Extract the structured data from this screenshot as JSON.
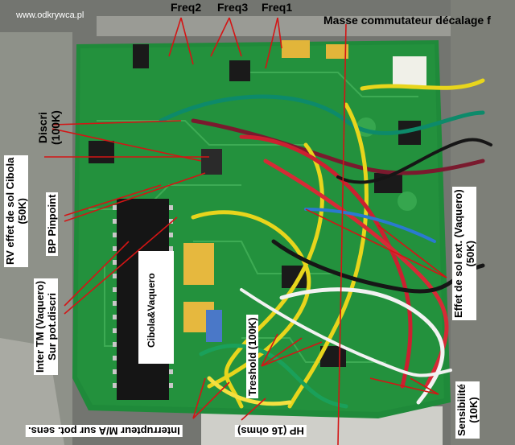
{
  "watermark": "www.odkrywca.pl",
  "labels": {
    "freq2": "Freq2",
    "freq3": "Freq3",
    "freq1": "Freq1",
    "masse": "Masse commutateur décalage f",
    "discri_a": "Discri",
    "discri_b": "(100K)",
    "rv_a": "RV effet de sol Cibola",
    "rv_b": "(50K)",
    "bp": "BP Pinpoint",
    "inter_a": "Inter TM (Vaquero)",
    "inter_b": "Sur pot.discri",
    "chip": "Cibola&Vaquero",
    "effet_a": "Effet de sol ext. (Vaquero)",
    "effet_b": "(50K)",
    "treshold": "Treshold (100K)",
    "sens_a": "Sensibilité",
    "sens_b": "(10K)",
    "interrupt": "Interrupteur M/A sur pot. sens.",
    "hp": "HP (16 ohms)"
  },
  "colors": {
    "pcb": "#1f8a3a",
    "annotation_line": "#d31515",
    "background": "#6d6f6a"
  }
}
